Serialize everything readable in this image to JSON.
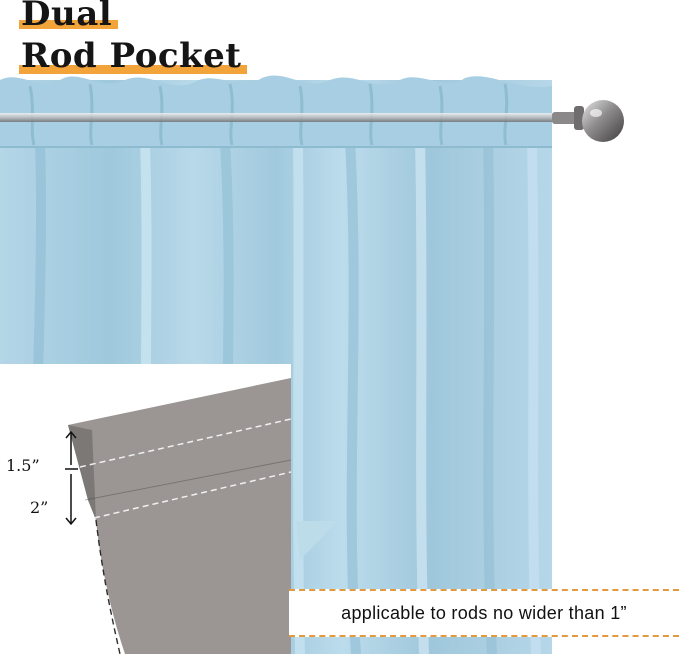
{
  "heading": {
    "line1": "Dual",
    "line2": "Rod Pocket"
  },
  "diagram": {
    "measure_top": "1.5”",
    "measure_bottom": "2”"
  },
  "caption": {
    "text": "applicable to rods no wider than 1”"
  },
  "colors": {
    "curtain": "#a9cfe2",
    "fabric_swatch": "#9b9693",
    "highlight_bar": "#f2a33a",
    "caption_dash": "#e39a3e",
    "finial": "#9a9898"
  },
  "icons": {
    "rod": "curtain-rod-icon",
    "finial": "ball-finial-icon"
  }
}
